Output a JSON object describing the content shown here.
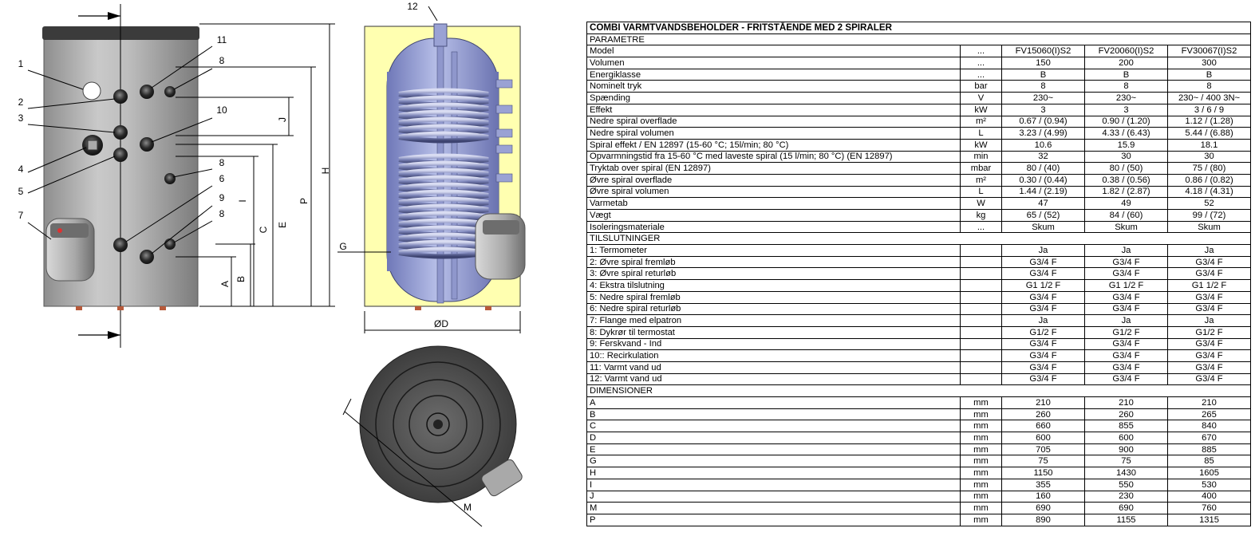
{
  "drawing_labels": {
    "callouts": [
      "1",
      "2",
      "3",
      "4",
      "5",
      "7",
      "11",
      "8",
      "10",
      "8",
      "6",
      "9",
      "8"
    ],
    "dims_front": [
      "H",
      "P",
      "E",
      "C",
      "I",
      "J",
      "B",
      "A"
    ],
    "dims_side": [
      "12",
      "G",
      "ØD"
    ],
    "dims_top": [
      "M"
    ]
  },
  "table": {
    "title": "COMBI VARMTVANDSBEHOLDER - FRITSTÅENDE MED 2 SPIRALER",
    "sections": [
      {
        "heading": "PARAMETRE",
        "rows": [
          {
            "label": "Model",
            "unit": "...",
            "values": [
              "FV15060(I)S2",
              "FV20060(I)S2",
              "FV30067(I)S2"
            ]
          },
          {
            "label": "Volumen",
            "unit": "...",
            "values": [
              "150",
              "200",
              "300"
            ]
          },
          {
            "label": "Energiklasse",
            "unit": "...",
            "values": [
              "B",
              "B",
              "B"
            ]
          },
          {
            "label": "Nominelt tryk",
            "unit": "bar",
            "values": [
              "8",
              "8",
              "8"
            ]
          },
          {
            "label": "Spænding",
            "unit": "V",
            "values": [
              "230~",
              "230~",
              "230~ / 400 3N~"
            ]
          },
          {
            "label": "Effekt",
            "unit": "kW",
            "values": [
              "3",
              "3",
              "3 / 6 / 9"
            ]
          },
          {
            "label": "Nedre spiral overflade",
            "unit": "m²",
            "values": [
              "0.67 / (0.94)",
              "0.90 / (1.20)",
              "1.12 / (1.28)"
            ]
          },
          {
            "label": "Nedre spiral volumen",
            "unit": "L",
            "values": [
              "3.23 / (4.99)",
              "4.33 / (6.43)",
              "5.44 / (6.88)"
            ]
          },
          {
            "label": "Spiral effekt / EN 12897 (15-60 °C; 15l/min; 80 °C)",
            "unit": "kW",
            "values": [
              "10.6",
              "15.9",
              "18.1"
            ]
          },
          {
            "label": "Opvarmningstid fra 15-60 °C med laveste spiral (15 l/min; 80 °C) (EN 12897)",
            "unit": "min",
            "values": [
              "32",
              "30",
              "30"
            ]
          },
          {
            "label": "Tryktab over spiral (EN 12897)",
            "unit": "mbar",
            "values": [
              "80 / (40)",
              "80 / (50)",
              "75 / (80)"
            ]
          },
          {
            "label": "Øvre spiral overflade",
            "unit": "m²",
            "values": [
              "0.30 / (0.44)",
              "0.38 / (0.56)",
              "0.86 / (0.82)"
            ]
          },
          {
            "label": "Øvre spiral volumen",
            "unit": "L",
            "values": [
              "1.44 / (2.19)",
              "1.82 / (2.87)",
              "4.18 / (4.31)"
            ]
          },
          {
            "label": "Varmetab",
            "unit": "W",
            "values": [
              "47",
              "49",
              "52"
            ]
          },
          {
            "label": "Vægt",
            "unit": "kg",
            "values": [
              "65 / (52)",
              "84 / (60)",
              "99 / (72)"
            ]
          },
          {
            "label": "Isoleringsmateriale",
            "unit": "...",
            "values": [
              "Skum",
              "Skum",
              "Skum"
            ]
          }
        ]
      },
      {
        "heading": "TILSLUTNINGER",
        "rows": [
          {
            "label": "1:  Termometer",
            "unit": "",
            "values": [
              "Ja",
              "Ja",
              "Ja"
            ]
          },
          {
            "label": "2:  Øvre spiral fremløb",
            "unit": "",
            "values": [
              "G3/4 F",
              "G3/4 F",
              "G3/4 F"
            ]
          },
          {
            "label": "3:  Øvre spiral returløb",
            "unit": "",
            "values": [
              "G3/4 F",
              "G3/4 F",
              "G3/4 F"
            ]
          },
          {
            "label": "4:  Ekstra tilslutning",
            "unit": "",
            "values": [
              "G1 1/2 F",
              "G1 1/2 F",
              "G1 1/2 F"
            ]
          },
          {
            "label": "5:  Nedre spiral fremløb",
            "unit": "",
            "values": [
              "G3/4 F",
              "G3/4 F",
              "G3/4 F"
            ]
          },
          {
            "label": "6:  Nedre spiral returløb",
            "unit": "",
            "values": [
              "G3/4 F",
              "G3/4 F",
              "G3/4 F"
            ]
          },
          {
            "label": "7:  Flange med elpatron",
            "unit": "",
            "values": [
              "Ja",
              "Ja",
              "Ja"
            ]
          },
          {
            "label": "8:  Dykrør til termostat",
            "unit": "",
            "values": [
              "G1/2 F",
              "G1/2 F",
              "G1/2 F"
            ]
          },
          {
            "label": "9:  Ferskvand - Ind",
            "unit": "",
            "values": [
              "G3/4 F",
              "G3/4 F",
              "G3/4 F"
            ]
          },
          {
            "label": "10:: Recirkulation",
            "unit": "",
            "values": [
              "G3/4 F",
              "G3/4 F",
              "G3/4 F"
            ]
          },
          {
            "label": "11:  Varmt vand ud",
            "unit": "",
            "values": [
              "G3/4 F",
              "G3/4 F",
              "G3/4 F"
            ]
          },
          {
            "label": "12:  Varmt vand ud",
            "unit": "",
            "values": [
              "G3/4 F",
              "G3/4 F",
              "G3/4 F"
            ]
          }
        ]
      },
      {
        "heading": "DIMENSIONER",
        "rows": [
          {
            "label": "A",
            "unit": "mm",
            "values": [
              "210",
              "210",
              "210"
            ]
          },
          {
            "label": "B",
            "unit": "mm",
            "values": [
              "260",
              "260",
              "265"
            ]
          },
          {
            "label": "C",
            "unit": "mm",
            "values": [
              "660",
              "855",
              "840"
            ]
          },
          {
            "label": "D",
            "unit": "mm",
            "values": [
              "600",
              "600",
              "670"
            ]
          },
          {
            "label": "E",
            "unit": "mm",
            "values": [
              "705",
              "900",
              "885"
            ]
          },
          {
            "label": "G",
            "unit": "mm",
            "values": [
              "75",
              "75",
              "85"
            ]
          },
          {
            "label": "H",
            "unit": "mm",
            "values": [
              "1150",
              "1430",
              "1605"
            ]
          },
          {
            "label": "I",
            "unit": "mm",
            "values": [
              "355",
              "550",
              "530"
            ]
          },
          {
            "label": "J",
            "unit": "mm",
            "values": [
              "160",
              "230",
              "400"
            ]
          },
          {
            "label": "M",
            "unit": "mm",
            "values": [
              "690",
              "690",
              "760"
            ]
          },
          {
            "label": "P",
            "unit": "mm",
            "values": [
              "890",
              "1155",
              "1315"
            ]
          }
        ]
      }
    ]
  }
}
